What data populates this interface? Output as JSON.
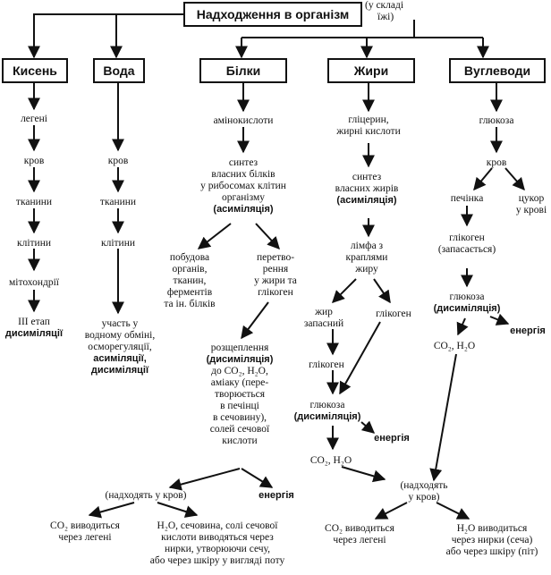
{
  "title": "Надходження в організм",
  "title_note": [
    "(у складі",
    "їжі)"
  ],
  "categories": [
    "Кисень",
    "Вода",
    "Білки",
    "Жири",
    "Вуглеводи"
  ],
  "oxygen": {
    "steps": [
      "легені",
      "кров",
      "тканини",
      "клітини",
      "мітохондрії"
    ],
    "end": "ІІІ етап",
    "end_bold": "дисиміляції"
  },
  "water": {
    "steps": [
      "кров",
      "тканини",
      "клітини"
    ],
    "end": [
      "участь у",
      "водному обміні,",
      "осморегуляції,"
    ],
    "end_bold": [
      "асиміляції,",
      "дисиміляції"
    ]
  },
  "proteins": {
    "s1": "амінокислоти",
    "s2": [
      "синтез",
      "власних білків",
      "у рибосомах клітин",
      "організму"
    ],
    "s2_bold": "(асиміляція)",
    "left": [
      "побудова",
      "органів,",
      "тканин,",
      "ферментів",
      "та ін. білків"
    ],
    "right": [
      "перетво-",
      "рення",
      "у жири та",
      "глікоген"
    ],
    "split_1": "розщеплення",
    "split_bold": "(дисиміляція)",
    "split_2": [
      "до CO₂, H₂O,",
      "аміаку (пере-",
      "творюється",
      "в печінці",
      "в сечовину),",
      "солей сечової",
      "кислоти"
    ],
    "to_blood": "(надходять у кров)",
    "energy": "енергія",
    "out_left": [
      "CO₂ виводиться",
      "через легені"
    ],
    "out_right": [
      "H₂O, сечовина, солі сечової",
      "кислоти  виводяться через",
      "нирки, утворюючи сечу,",
      "або через шкіру у вигляді поту"
    ]
  },
  "fats": {
    "s1": [
      "гліцерин,",
      "жирні кислоти"
    ],
    "s2": [
      "синтез",
      "власних жирів"
    ],
    "s2_bold": "(асиміляція)",
    "s3": [
      "лімфа з",
      "краплями",
      "жиру"
    ],
    "left": [
      "жир",
      "запасний"
    ],
    "right": "глікоген",
    "s4": "глікоген",
    "s5": "глюкоза",
    "s5_bold": "(дисиміляція)",
    "energy": "енергія",
    "s6": "CO₂, H₂O"
  },
  "carbs": {
    "s1": "глюкоза",
    "s2": "кров",
    "left": "печінка",
    "right": [
      "цукор",
      "у крові"
    ],
    "s3": [
      "глікоген",
      "(запасається)"
    ],
    "s4": "глюкоза",
    "s4_bold": "(дисиміляція)",
    "energy": "енергія",
    "s5": "CO₂, H₂O"
  },
  "merge": [
    "(надходять",
    "у кров)"
  ],
  "out_left": [
    "CO₂ виводиться",
    "через легені"
  ],
  "out_right": [
    "H₂O виводиться",
    "через нирки (сеча)",
    "або через шкіру (піт)"
  ]
}
